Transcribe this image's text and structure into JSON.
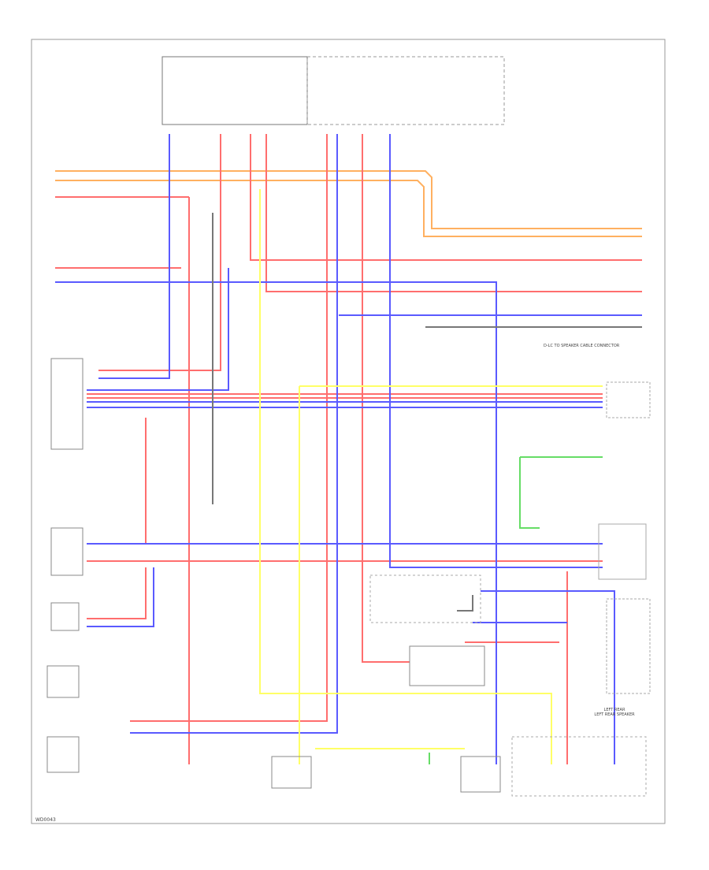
{
  "colors": {
    "red": "#ff6e6e",
    "blue": "#5a5aff",
    "yellow": "#ffff66",
    "orange": "#ffb060",
    "green": "#66dd66",
    "pink": "#ff9c9c",
    "frame": "#999999",
    "text": "#555555"
  },
  "labels": {
    "connector_right": "D-LC TO SPEAKER CABLE CONNECTOR",
    "rear_left_1": "LEFT REAR SPEAKER",
    "rear_left_2": "LEFT REAR",
    "footer_code": "WD0043"
  }
}
